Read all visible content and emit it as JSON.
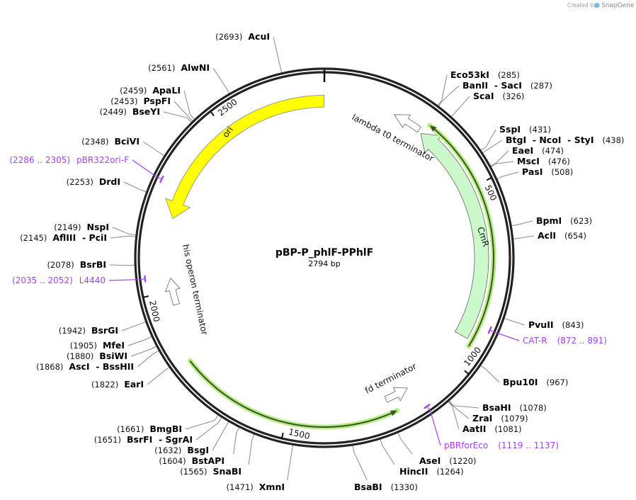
{
  "credit": {
    "prefix": "Created by",
    "brand": "SnapGene"
  },
  "plasmid": {
    "name": "pBP-P_phlF-PPhlF",
    "length_label": "2794 bp",
    "length": 2794
  },
  "ticks": [
    "500",
    "1000",
    "1500",
    "2000",
    "2500"
  ],
  "features": {
    "ori": "ori",
    "cmr": "CmR",
    "lambda": "lambda t0 terminator",
    "his": "his operon terminator",
    "fd": "fd terminator"
  },
  "colors": {
    "ori": "#ffff00",
    "cmr": "#ccf9cc",
    "misc_glow": "#b4ef7e",
    "misc_line": "#3c4f30",
    "primer": "#a33ef0",
    "backbone": "#222222"
  },
  "enzymes": [
    {
      "name": "Eco53kI",
      "position": 285
    },
    {
      "name": "BanII  - SacI",
      "position": 287
    },
    {
      "name": "ScaI",
      "position": 326
    },
    {
      "name": "SspI",
      "position": 431
    },
    {
      "name": "BtgI  - NcoI  - StyI",
      "position": 438
    },
    {
      "name": "EaeI",
      "position": 474
    },
    {
      "name": "MscI",
      "position": 476
    },
    {
      "name": "PasI",
      "position": 508
    },
    {
      "name": "BpmI",
      "position": 623
    },
    {
      "name": "AclI",
      "position": 654
    },
    {
      "name": "PvuII",
      "position": 843
    },
    {
      "name": "Bpu10I",
      "position": 967
    },
    {
      "name": "BsaHI",
      "position": 1078
    },
    {
      "name": "ZraI",
      "position": 1079
    },
    {
      "name": "AatII",
      "position": 1081
    },
    {
      "name": "AseI",
      "position": 1220
    },
    {
      "name": "HincII",
      "position": 1264
    },
    {
      "name": "BsaBI",
      "position": 1330
    },
    {
      "name": "XmnI",
      "position": 1471
    },
    {
      "name": "SnaBI",
      "position": 1565
    },
    {
      "name": "BstAPI",
      "position": 1604
    },
    {
      "name": "BsgI",
      "position": 1632
    },
    {
      "name": "BsrFI  - SgrAI",
      "position": 1651
    },
    {
      "name": "BmgBI",
      "position": 1661
    },
    {
      "name": "EarI",
      "position": 1822
    },
    {
      "name": "AscI  - BssHII",
      "position": 1868
    },
    {
      "name": "BsiWI",
      "position": 1880
    },
    {
      "name": "MfeI",
      "position": 1905
    },
    {
      "name": "BsrGI",
      "position": 1942
    },
    {
      "name": "BsrBI",
      "position": 2078
    },
    {
      "name": "AflIII  - PciI",
      "position": 2145
    },
    {
      "name": "NspI",
      "position": 2149
    },
    {
      "name": "DrdI",
      "position": 2253
    },
    {
      "name": "BciVI",
      "position": 2348
    },
    {
      "name": "BseYI",
      "position": 2449
    },
    {
      "name": "PspFI",
      "position": 2453
    },
    {
      "name": "ApaLI",
      "position": 2459
    },
    {
      "name": "AlwNI",
      "position": 2561
    },
    {
      "name": "AcuI",
      "position": 2693
    }
  ],
  "primers": [
    {
      "name": "CAT-R",
      "start": 872,
      "end": 891,
      "range": "(872 .. 891)"
    },
    {
      "name": "pBRforEco",
      "start": 1119,
      "end": 1137,
      "range": "(1119 .. 1137)"
    },
    {
      "name": "L4440",
      "start": 2035,
      "end": 2052,
      "range": "(2035 .. 2052)"
    },
    {
      "name": "pBR322ori-F",
      "start": 2286,
      "end": 2305,
      "range": "(2286 .. 2305)"
    }
  ]
}
